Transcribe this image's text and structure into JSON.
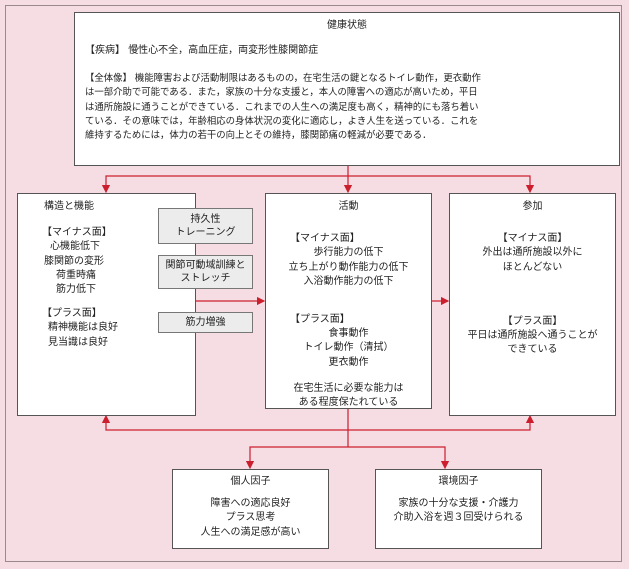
{
  "health": {
    "title": "健康状態",
    "disease_label": "【疾病】",
    "disease_text": "慢性心不全，高血圧症，両変形性膝関節症",
    "overview_lines": [
      "【全体像】 機能障害および活動制限はあるものの，在宅生活の鍵となるトイレ動作，更衣動作",
      "は一部介助で可能である．また，家族の十分な支援と，本人の障害への適応が高いため，平日",
      "は通所施設に通うことができている．これまでの人生への満足度も高く，精神的にも落ち着い",
      "ている．その意味では，年齢相応の身体状況の変化に適応し，よき人生を送っている．これを",
      "維持するためには，体力の若干の向上とその維持，膝関節痛の軽減が必要である．"
    ]
  },
  "structure": {
    "title": "構造と機能",
    "minus_label": "【マイナス面】",
    "minus_items": [
      "心機能低下",
      "膝関節の変形",
      "荷重時痛",
      "筋力低下"
    ],
    "plus_label": "【プラス面】",
    "plus_items": [
      "精神機能は良好",
      "見当識は良好"
    ]
  },
  "interventions": [
    {
      "lines": [
        "持久性",
        "トレーニング"
      ]
    },
    {
      "lines": [
        "関節可動域訓練と",
        "ストレッチ"
      ]
    },
    {
      "lines": [
        "筋力増強"
      ]
    }
  ],
  "activity": {
    "title": "活動",
    "minus_label": "【マイナス面】",
    "minus_items": [
      "歩行能力の低下",
      "立ち上がり動作能力の低下",
      "入浴動作能力の低下"
    ],
    "plus_label": "【プラス面】",
    "plus_items": [
      "食事動作",
      "トイレ動作（清拭）",
      "更衣動作"
    ],
    "note_lines": [
      "在宅生活に必要な能力は",
      "ある程度保たれている"
    ]
  },
  "participation": {
    "title": "参加",
    "minus_label": "【マイナス面】",
    "minus_lines": [
      "外出は通所施設以外に",
      "ほとんどない"
    ],
    "plus_label": "【プラス面】",
    "plus_lines": [
      "平日は通所施設へ通うことが",
      "できている"
    ]
  },
  "personal": {
    "title": "個人因子",
    "items": [
      "障害への適応良好",
      "プラス思考",
      "人生への満足感が高い"
    ]
  },
  "environment": {
    "title": "環境因子",
    "items": [
      "家族の十分な支援・介護力",
      "介助入浴を週３回受けられる"
    ]
  },
  "colors": {
    "arrow": "#cc1f2e",
    "background": "#f6dde3",
    "chip": "#ececec"
  }
}
